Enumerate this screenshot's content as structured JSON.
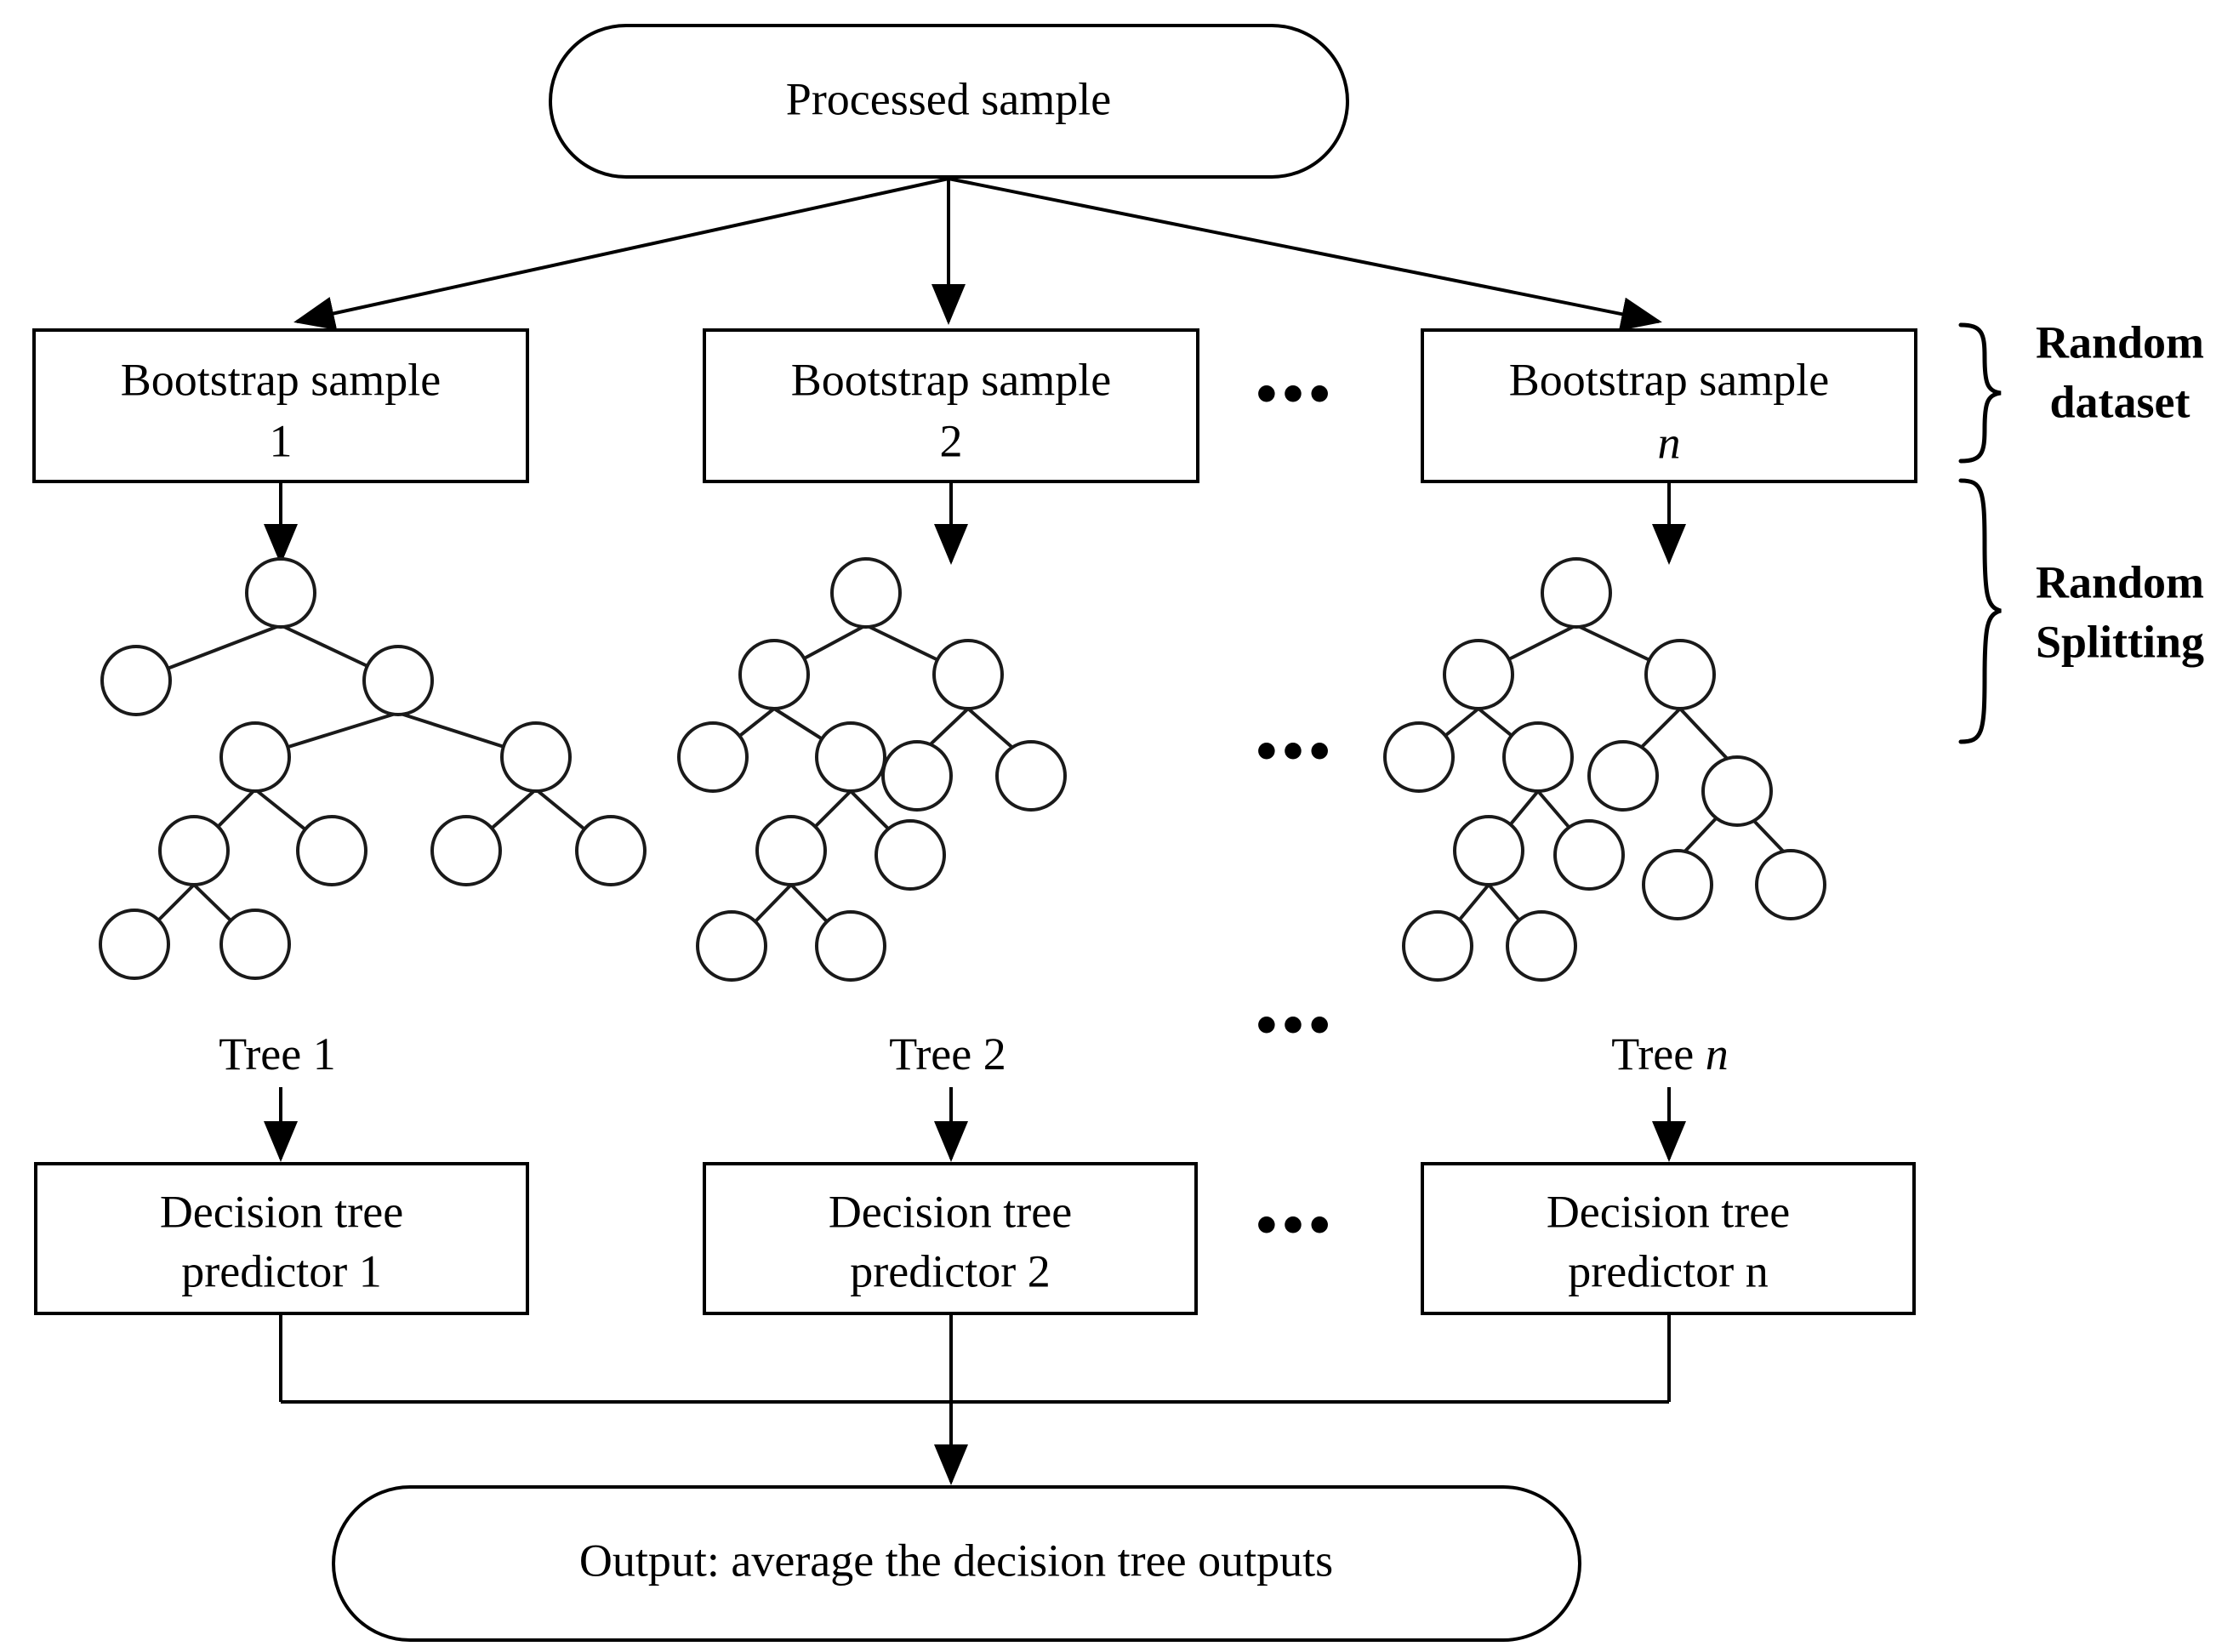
{
  "diagram": {
    "title_node": {
      "label": "Processed sample"
    },
    "output_node": {
      "label": "Output: average the decision tree outputs"
    },
    "bootstrap_boxes": [
      {
        "line1": "Bootstrap sample",
        "line2": "1"
      },
      {
        "line1": "Bootstrap sample",
        "line2": "2"
      },
      {
        "line1": "Bootstrap sample",
        "line2": "n"
      }
    ],
    "tree_labels": [
      {
        "prefix": "Tree ",
        "index": "1"
      },
      {
        "prefix": "Tree ",
        "index": "2"
      },
      {
        "prefix": "Tree ",
        "index": "n"
      }
    ],
    "predictor_boxes": [
      {
        "line1": "Decision tree",
        "line2": "predictor 1"
      },
      {
        "line1": "Decision tree",
        "line2": "predictor 2"
      },
      {
        "line1": "Decision tree",
        "line2": "predictor n"
      }
    ],
    "brace_labels": [
      {
        "line1": "Random",
        "line2": "dataset"
      },
      {
        "line1": "Random",
        "line2": "Splitting"
      }
    ],
    "ellipses": [
      {
        "text": "•••"
      },
      {
        "text": "•••"
      },
      {
        "text": "•••"
      },
      {
        "text": "•••"
      }
    ],
    "colors": {
      "stroke": "#000000",
      "node_stroke": "#1a1a1a",
      "fill": "#ffffff",
      "text": "#000000"
    }
  }
}
